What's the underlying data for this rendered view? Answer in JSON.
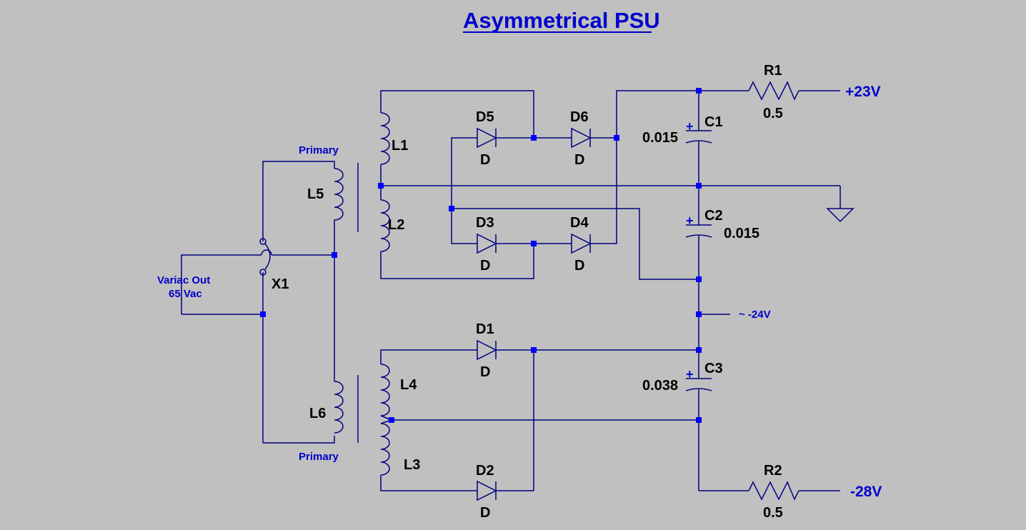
{
  "title": "Asymmetrical PSU",
  "source": {
    "label_line1": "Variac Out",
    "label_line2": "65 Vac"
  },
  "switch": {
    "ref": "X1"
  },
  "transformer_labels": {
    "primary_top": "Primary",
    "primary_bottom": "Primary"
  },
  "inductors": {
    "L1": "L1",
    "L2": "L2",
    "L3": "L3",
    "L4": "L4",
    "L5": "L5",
    "L6": "L6"
  },
  "diodes": {
    "D1": {
      "ref": "D1",
      "model": "D"
    },
    "D2": {
      "ref": "D2",
      "model": "D"
    },
    "D3": {
      "ref": "D3",
      "model": "D"
    },
    "D4": {
      "ref": "D4",
      "model": "D"
    },
    "D5": {
      "ref": "D5",
      "model": "D"
    },
    "D6": {
      "ref": "D6",
      "model": "D"
    }
  },
  "capacitors": {
    "C1": {
      "ref": "C1",
      "value": "0.015",
      "polarity": "+"
    },
    "C2": {
      "ref": "C2",
      "value": "0.015",
      "polarity": "+"
    },
    "C3": {
      "ref": "C3",
      "value": "0.038",
      "polarity": "+"
    }
  },
  "resistors": {
    "R1": {
      "ref": "R1",
      "value": "0.5"
    },
    "R2": {
      "ref": "R2",
      "value": "0.5"
    }
  },
  "nets": {
    "pos_out": "+23V",
    "neg_out": "-28V",
    "mid_tap": "~ -24V"
  },
  "colors": {
    "background": "#c0c0c0",
    "wire": "#000080",
    "node": "#0000ff",
    "net_label": "#0000cc",
    "component_label": "#000000"
  }
}
